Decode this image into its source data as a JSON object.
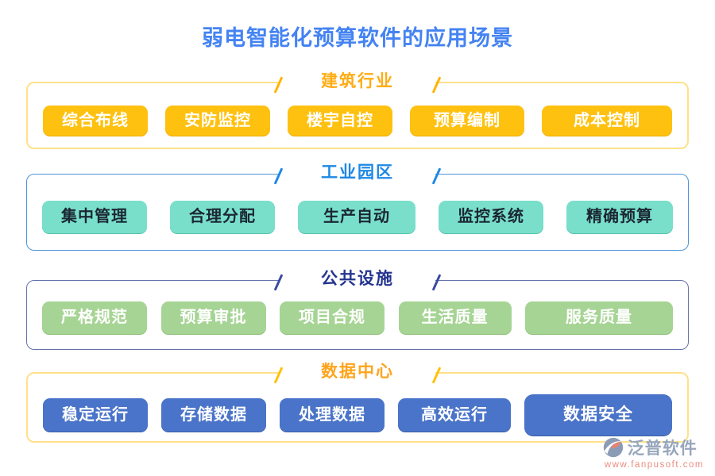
{
  "title": "弱电智能化预算软件的应用场景",
  "colors": {
    "title_blue": "#4483F2",
    "section1_accent": "#FFB300",
    "section1_border": "#FFE18A",
    "section1_button_bg": "#FFC110",
    "section2_accent": "#1E88E5",
    "section2_border": "#4D94D9",
    "section2_button_bg": "#79DFCB",
    "section3_accent": "#24348F",
    "section3_border": "#6672AE",
    "section3_button_bg": "#A6D494",
    "section4_accent": "#FFA41C",
    "section4_border": "#FFE18A",
    "section4_button_bg": "#4A74C9"
  },
  "sections": [
    {
      "label": "建筑行业",
      "items": [
        "综合布线",
        "安防监控",
        "楼宇自控",
        "预算编制",
        "成本控制"
      ]
    },
    {
      "label": "工业园区",
      "items": [
        "集中管理",
        "合理分配",
        "生产自动",
        "监控系统",
        "精确预算"
      ]
    },
    {
      "label": "公共设施",
      "items": [
        "严格规范",
        "预算审批",
        "项目合规",
        "生活质量",
        "服务质量"
      ]
    },
    {
      "label": "数据中心",
      "items": [
        "稳定运行",
        "存储数据",
        "处理数据",
        "高效运行",
        "数据安全"
      ]
    }
  ],
  "logo": {
    "name": "泛普软件",
    "url": "www.fanpusoft.com",
    "icon": "fanpu-logo-icon",
    "name_color": "#98A6BC",
    "url_color": "#E98C7F",
    "icon_circle_color": "#8C9CB6",
    "icon_leaf_color": "#E8836F"
  }
}
